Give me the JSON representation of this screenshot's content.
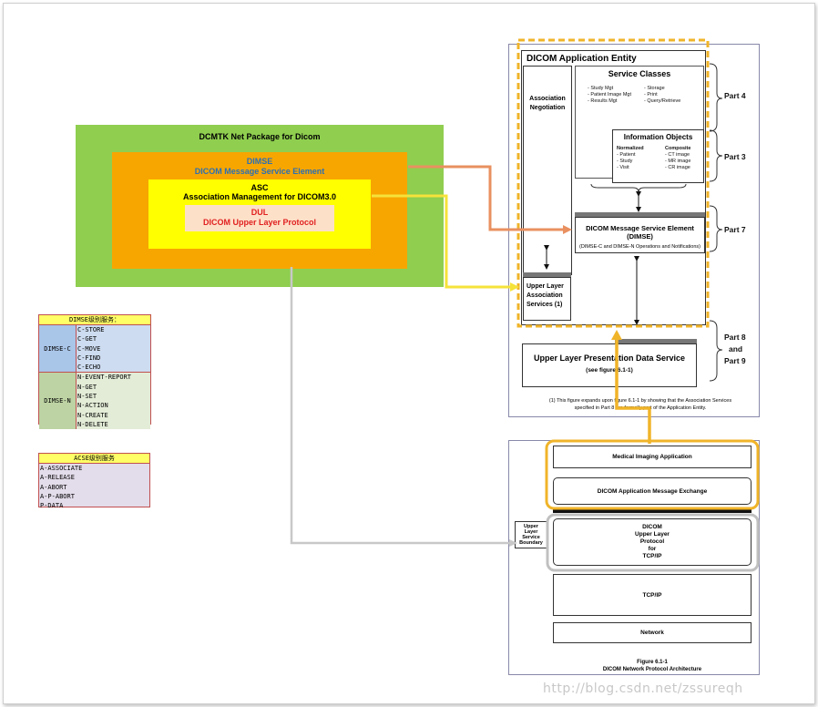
{
  "dcmtk": {
    "title": "DCMTK Net Package for Dicom",
    "dimse_line1": "DIMSE",
    "dimse_line2": "DICOM Message Service Element",
    "asc_line1": "ASC",
    "asc_line2": "Association Management for DICOM3.0",
    "dul_line1": "DUL",
    "dul_line2": "DICOM Upper Layer Protocol"
  },
  "dimse_table": {
    "header": "DIMSE级别服务：",
    "groups": [
      {
        "name": "DIMSE-C",
        "items": [
          "C-STORE",
          "C-GET",
          "C-MOVE",
          "C-FIND",
          "C-ECHO"
        ]
      },
      {
        "name": "DIMSE-N",
        "items": [
          "N-EVENT-REPORT",
          "N-GET",
          "N-SET",
          "N-ACTION",
          "N-CREATE",
          "N-DELETE"
        ]
      }
    ]
  },
  "acse_table": {
    "header": "ACSE级别服务",
    "items": [
      "A-ASSOCIATE",
      "A-RELEASE",
      "A-ABORT",
      "A-P-ABORT",
      "P-DATA"
    ]
  },
  "app_entity": {
    "title": "DICOM Application Entity",
    "assoc_neg_1": "Association",
    "assoc_neg_2": "Negotiation",
    "service_classes": "Service Classes",
    "sc_left": [
      "- Study Mgt",
      "- Patient Image Mgt",
      "- Results Mgt"
    ],
    "sc_right": [
      "- Storage",
      "- Print",
      "- Query/Retrieve"
    ],
    "info_objects": "Information  Objects",
    "io_normalized": "Normalized",
    "io_composite": "Composite",
    "io_left": [
      "- Patient",
      "- Study",
      "- Visit"
    ],
    "io_right": [
      "- CT image",
      "- MR image",
      "- CR image"
    ],
    "dimse_title1": "DICOM  Message Service Element",
    "dimse_title2": "(DIMSE)",
    "dimse_sub": "(DIMSE-C and DIMSE-N Operations and Notifications)",
    "ul_assoc_1": "Upper Layer",
    "ul_assoc_2": "Association",
    "ul_assoc_3": "Services (1)",
    "ul_pres_1": "Upper Layer Presentation Data Service",
    "ul_pres_2": "(see figure 6.1-1)",
    "footnote_1": "(1)  This figure expands upon figure 6.1-1 by showing that the Association Services",
    "footnote_2": "specified in Part 8 are formally part of the Application Entity.",
    "part4": "Part 4",
    "part3": "Part 3",
    "part7": "Part 7",
    "part8": "Part 8",
    "and": "and",
    "part9": "Part 9"
  },
  "net_arch": {
    "medical_app": "Medical Imaging Application",
    "msg_exchange": "DICOM Application Message Exchange",
    "boundary_1": "Upper",
    "boundary_2": "Layer",
    "boundary_3": "Service",
    "boundary_4": "Boundary",
    "ul_1": "DICOM",
    "ul_2": "Upper Layer",
    "ul_3": "Protocol",
    "ul_4": "for",
    "ul_5": "TCP/IP",
    "tcpip": "TCP/IP",
    "network": "Network",
    "fig_1": "Figure 6.1-1",
    "fig_2": "DICOM Network Protocol Architecture"
  },
  "colors": {
    "green": "#8fce4f",
    "orange": "#f7a600",
    "yellow": "#ffff00",
    "pink": "#fde0c8",
    "highlight": "#f0b429",
    "gray_line": "#c8c8c8"
  },
  "watermark": "http://blog.csdn.net/zssureqh"
}
